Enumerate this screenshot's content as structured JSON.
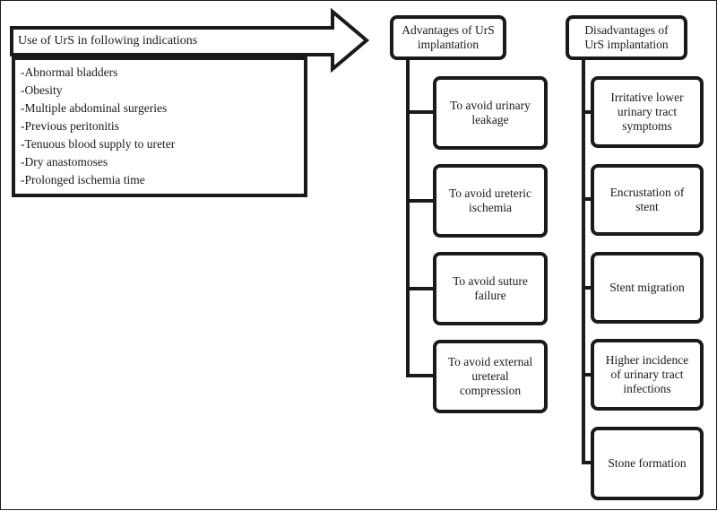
{
  "indications": {
    "title": "Use of UrS in following indications",
    "items": [
      "-Abnormal bladders",
      "-Obesity",
      "-Multiple abdominal surgeries",
      "-Previous peritonitis",
      "-Tenuous blood supply to ureter",
      "-Dry anastomoses",
      "-Prolonged ischemia time"
    ]
  },
  "advantages": {
    "title": "Advantages of UrS implantation",
    "items": [
      "To avoid urinary leakage",
      "To avoid ureteric ischemia",
      "To avoid suture failure",
      "To avoid external ureteral compression"
    ]
  },
  "disadvantages": {
    "title": "Disadvantages of UrS implantation",
    "items": [
      "Irritative lower urinary tract symptoms",
      "Encrustation of stent",
      "Stent migration",
      "Higher incidence of urinary tract infections",
      "Stone formation"
    ]
  }
}
